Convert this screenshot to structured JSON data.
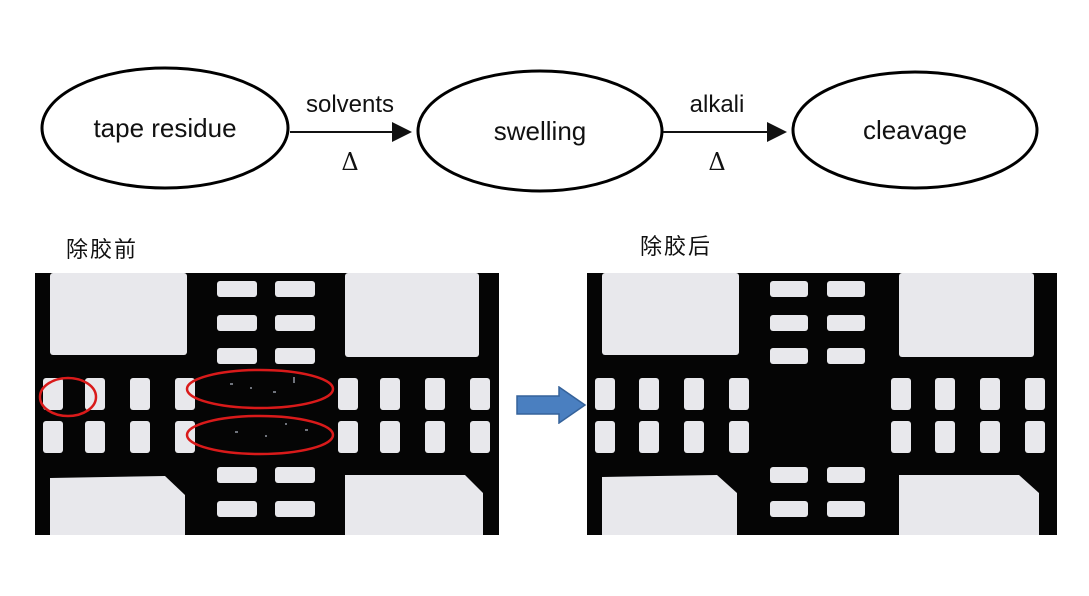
{
  "flow": {
    "nodes": [
      {
        "label": "tape residue"
      },
      {
        "label": "swelling"
      },
      {
        "label": "cleavage"
      }
    ],
    "edges": [
      {
        "label": "solvents",
        "condition": "Δ"
      },
      {
        "label": "alkali",
        "condition": "Δ"
      }
    ]
  },
  "panels": {
    "before": {
      "caption": "除胶前"
    },
    "after": {
      "caption": "除胶后"
    }
  },
  "colors": {
    "highlight": "#d91a1a",
    "transition_arrow": "#4a7fc0",
    "pad": "#e8e8ec",
    "background": "#050505"
  }
}
